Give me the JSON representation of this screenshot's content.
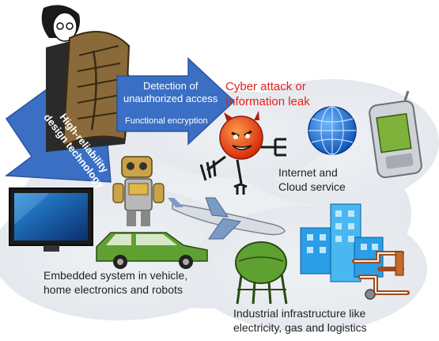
{
  "labels": {
    "design_tech": [
      "High-reliability",
      "design technology"
    ],
    "detection": [
      "Detection of",
      "unauthorized access"
    ],
    "functional_encryption": "Functional encryption",
    "threat": [
      "Cyber attack or",
      "Information leak"
    ],
    "cloud": [
      "Internet and",
      "Cloud service"
    ],
    "embedded": [
      "Embedded system in vehicle,",
      "home electronics and robots"
    ],
    "industrial": [
      "Industrial infrastructure like",
      "electricity, gas and logistics"
    ]
  },
  "colors": {
    "arrow_blue": "#3a6fc4",
    "threat_red": "#e8201b",
    "cloud_gray": "#e6eaee",
    "devil_orange": "#ff5a1a"
  },
  "icons": [
    "man-reading-newspaper-icon",
    "devil-hacker-icon",
    "globe-icon",
    "mobile-phone-icon",
    "television-icon",
    "robot-icon",
    "car-icon",
    "airplane-icon",
    "building-icon",
    "gas-tank-icon",
    "pipes-icon"
  ]
}
